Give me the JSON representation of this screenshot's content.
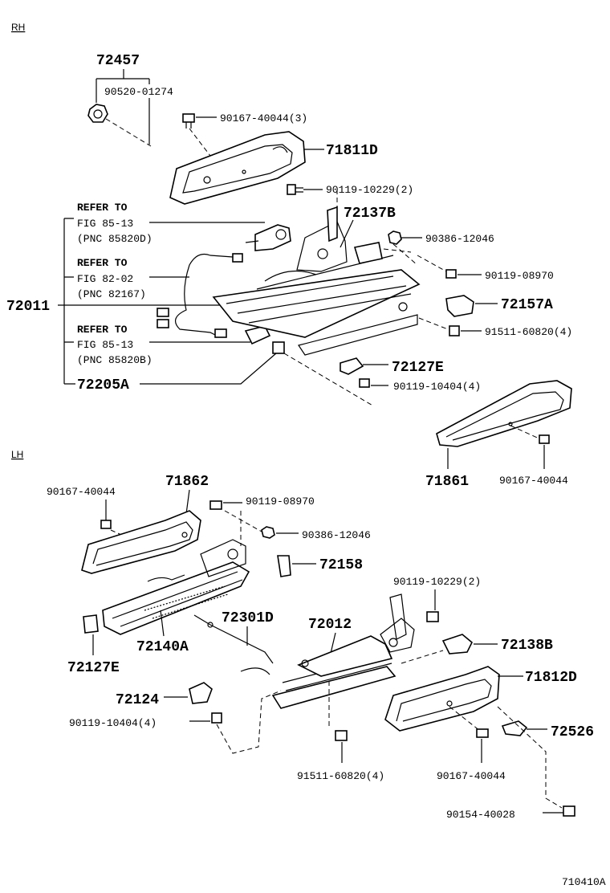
{
  "sections": {
    "rh": "RH",
    "lh": "LH"
  },
  "figure_id": "710410A",
  "rh_labels": {
    "p72457": "72457",
    "p90520": "90520-01274",
    "p90167a": "90167-40044(3)",
    "p71811D": "71811D",
    "p90119_10229a": "90119-10229(2)",
    "p72137B": "72137B",
    "p90386a": "90386-12046",
    "p90119_08970a": "90119-08970",
    "p72157A": "72157A",
    "p91511a": "91511-60820(4)",
    "p72127E_a": "72127E",
    "p90119_10404a": "90119-10404(4)",
    "p71861": "71861",
    "p90167b": "90167-40044",
    "p72011": "72011",
    "p72205A": "72205A",
    "ref1_a": "REFER TO",
    "ref1_b": "FIG 85-13",
    "ref1_c": "(PNC 85820D)",
    "ref2_a": "REFER TO",
    "ref2_b": "FIG 82-02",
    "ref2_c": "(PNC 82167)",
    "ref3_a": "REFER TO",
    "ref3_b": "FIG 85-13",
    "ref3_c": "(PNC 85820B)"
  },
  "lh_labels": {
    "p90167c": "90167-40044",
    "p71862": "71862",
    "p90119_08970b": "90119-08970",
    "p90386b": "90386-12046",
    "p72158": "72158",
    "p90119_10229b": "90119-10229(2)",
    "p72301D": "72301D",
    "p72012": "72012",
    "p72138B": "72138B",
    "p72127E_b": "72127E",
    "p72140A": "72140A",
    "p71812D": "71812D",
    "p72124": "72124",
    "p90119_10404b": "90119-10404(4)",
    "p72526": "72526",
    "p91511b": "91511-60820(4)",
    "p90167d": "90167-40044",
    "p90154": "90154-40028"
  }
}
